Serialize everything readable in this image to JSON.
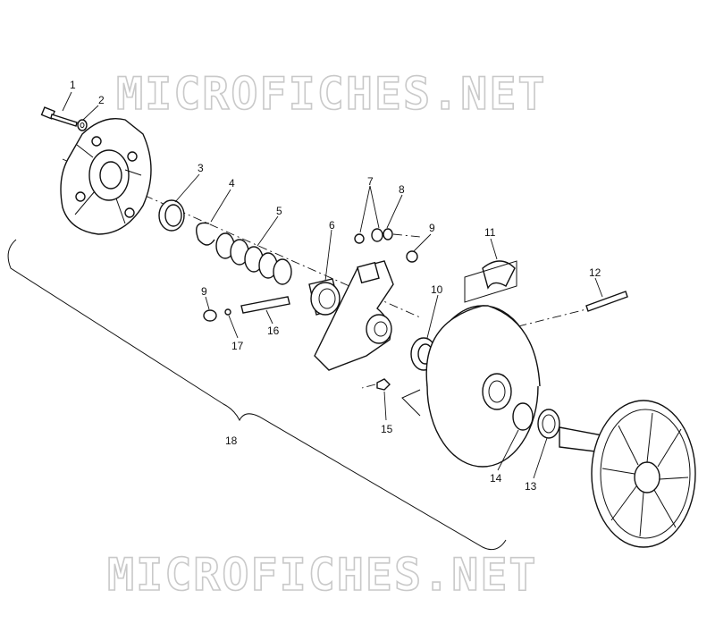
{
  "watermark": {
    "text": "MICROFICHES.NET"
  },
  "callouts": [
    "1",
    "2",
    "3",
    "4",
    "5",
    "6",
    "7",
    "8",
    "9",
    "9",
    "10",
    "11",
    "12",
    "13",
    "14",
    "15",
    "16",
    "17",
    "18"
  ]
}
